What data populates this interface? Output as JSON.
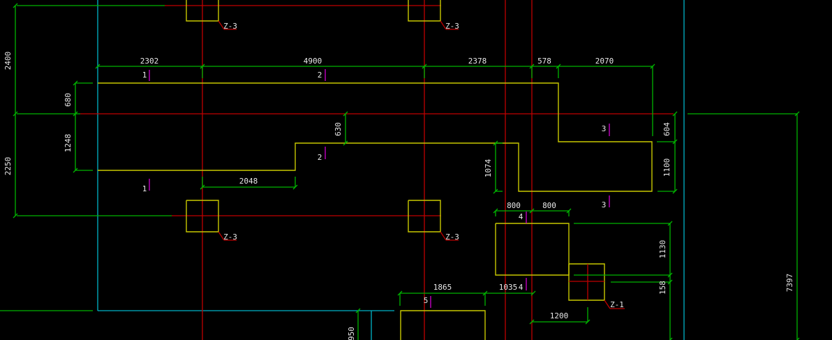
{
  "colors": {
    "axis": "#c00000",
    "dim": "#00b400",
    "outline": "#c8c800",
    "ref": "#00b4c8",
    "mark": "#d000d0",
    "text": "#e8e8e8"
  },
  "dimensions": {
    "d2400": "2400",
    "d2250": "2250",
    "d680": "680",
    "d1248": "1248",
    "d2302": "2302",
    "d4900": "4900",
    "d2378": "2378",
    "d578": "578",
    "d2070": "2070",
    "d630": "630",
    "d2048": "2048",
    "d1074": "1074",
    "d604": "604",
    "d1100": "1100",
    "d800a": "800",
    "d800b": "800",
    "d1130": "1130",
    "d158": "158",
    "d1865": "1865",
    "d1035": "1035",
    "d1200": "1200",
    "d950": "950",
    "d7397": "7397"
  },
  "column_tags": {
    "z3a": "Z-3",
    "z3b": "Z-3",
    "z3c": "Z-3",
    "z3d": "Z-3",
    "z1": "Z-1"
  },
  "section_marks": {
    "m1a": "1",
    "m2a": "2",
    "m2b": "2",
    "m1b": "1",
    "m3a": "3",
    "m3b": "3",
    "m4a": "4",
    "m4b": "4",
    "m5": "5"
  }
}
